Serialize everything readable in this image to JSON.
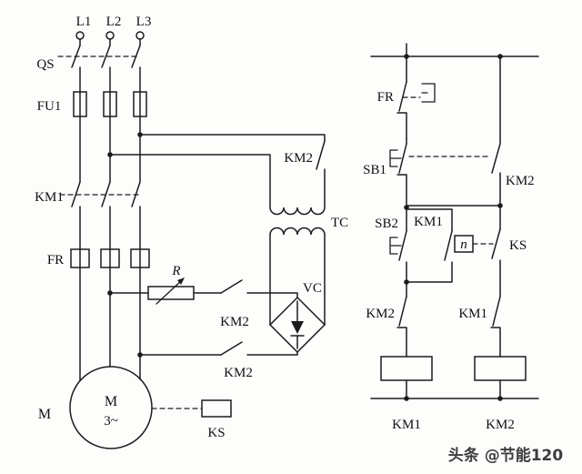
{
  "colors": {
    "ink": "#1c1c1c",
    "background": "#fdfdfb",
    "watermark": "#3d3d3d"
  },
  "power_circuit": {
    "phases": [
      "L1",
      "L2",
      "L3"
    ],
    "qs": "QS",
    "fu1": "FU1",
    "km1": "KM1",
    "fr": "FR",
    "r": "R",
    "km2_tc": "KM2",
    "km2_upper": "KM2",
    "km2_lower": "KM2",
    "tc": "TC",
    "vc": "VC",
    "motor_side": "M",
    "motor_m": "M",
    "motor_phase": "3~",
    "ks": "KS"
  },
  "control_circuit": {
    "fr": "FR",
    "sb1": "SB1",
    "sb2": "SB2",
    "km2_aux": "KM2",
    "km1_aux": "KM1",
    "n": "n",
    "ks": "KS",
    "km2_interlock": "KM2",
    "km1_interlock": "KM1",
    "km1_coil": "KM1",
    "km2_coil": "KM2"
  },
  "watermark": "头条 @节能120"
}
